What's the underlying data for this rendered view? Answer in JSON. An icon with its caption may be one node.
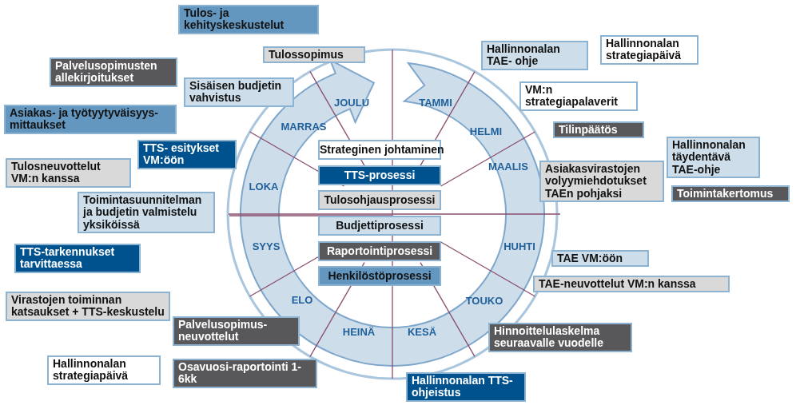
{
  "diagram": {
    "nodes": [
      {
        "text": [
          "Tulos- ja kehityskeskustelut"
        ]
      },
      {
        "text": [
          "Tulossopimus"
        ]
      },
      {
        "text": [
          "Hallinnonalan TAE- ohje"
        ]
      },
      {
        "text": [
          "Hallinnonalan strategiapäivä"
        ]
      },
      {
        "text": [
          "Palvelusopimusten allekirjoitukset"
        ]
      },
      {
        "text": [
          "Sisäisen budjetin vahvistus"
        ]
      },
      {
        "text": [
          "VM:n strategiapalaverit"
        ]
      },
      {
        "text": [
          "Asiakas- ja työtyytyväisyys-mittaukset"
        ]
      },
      {
        "text": [
          "Tilinpäätös"
        ]
      },
      {
        "text": [
          "TTS- esitykset VM:öön"
        ]
      },
      {
        "text": [
          "Hallinnonalan täydentävä TAE-ohje"
        ]
      },
      {
        "text": [
          "Tulosneuvottelut VM:n kanssa"
        ]
      },
      {
        "text": [
          "Asiakasvirastojen volyymiehdotukset TAEn pohjaksi"
        ]
      },
      {
        "text": [
          "Toimintakertomus"
        ]
      },
      {
        "text": [
          "Toimintasuunnitelman ja budjetin valmistelu yksiköissä"
        ]
      },
      {
        "text": [
          "TTS-tarkennukset tarvittaessa"
        ]
      },
      {
        "text": [
          "TAE VM:öön"
        ]
      },
      {
        "text": [
          "TAE-neuvottelut VM:n kanssa"
        ]
      },
      {
        "text": [
          "Virastojen toiminnan katsaukset + TTS-keskustelu"
        ]
      },
      {
        "text": [
          "Palvelusopimus-neuvottelut"
        ]
      },
      {
        "text": [
          "Hinnoittelulaskelma seuraavalle vuodelle"
        ]
      },
      {
        "text": [
          "Hallinnonalan strategiapäivä"
        ]
      },
      {
        "text": [
          "Osavuosi-raportointi 1- 6kk"
        ]
      },
      {
        "text": [
          "Hallinnonalan TTS-ohjeistus"
        ]
      }
    ],
    "labels": [
      "JOULU",
      "TAMMI",
      "MARRAS",
      "HELMI",
      "LOKA",
      "MAALIS",
      "SYYS",
      "HUHTI",
      "ELO",
      "TOUKO",
      "HEINÄ",
      "KESÄ"
    ],
    "legend": [
      {
        "text": "Strateginen johtaminen",
        "color": "#ffffff"
      },
      {
        "text": "TTS-prosessi",
        "color": "#00528f"
      },
      {
        "text": "Tulosohjausprosessi",
        "color": "#d9d9d9"
      },
      {
        "text": "Budjettiprosessi",
        "color": "#cddeea"
      },
      {
        "text": "Raportointiprosessi",
        "color": "#58585a"
      },
      {
        "text": "Henkilöstöprosessi",
        "color": "#6497bf"
      }
    ]
  }
}
